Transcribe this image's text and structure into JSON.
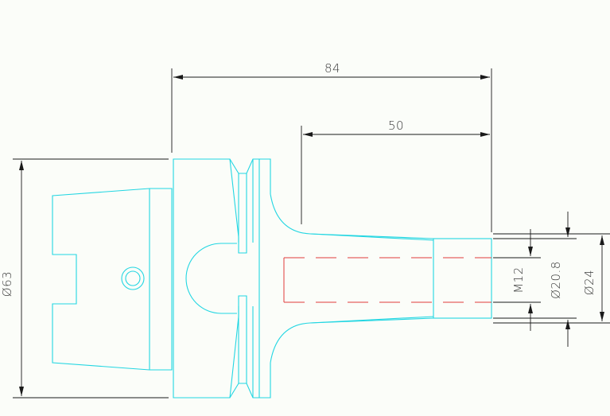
{
  "drawing": {
    "background": "#fbfdf9",
    "colors": {
      "part_outline": "#22d6e2",
      "dimension_lines": "#1a1a1a",
      "hidden_thread": "#e23a3a"
    },
    "dimensions": {
      "overall_length": "84",
      "shank_length": "50",
      "flange_diameter": "Ø63",
      "thread": "M12",
      "shank_inner_diameter": "Ø20.8",
      "shank_outer_diameter": "Ø24"
    }
  }
}
